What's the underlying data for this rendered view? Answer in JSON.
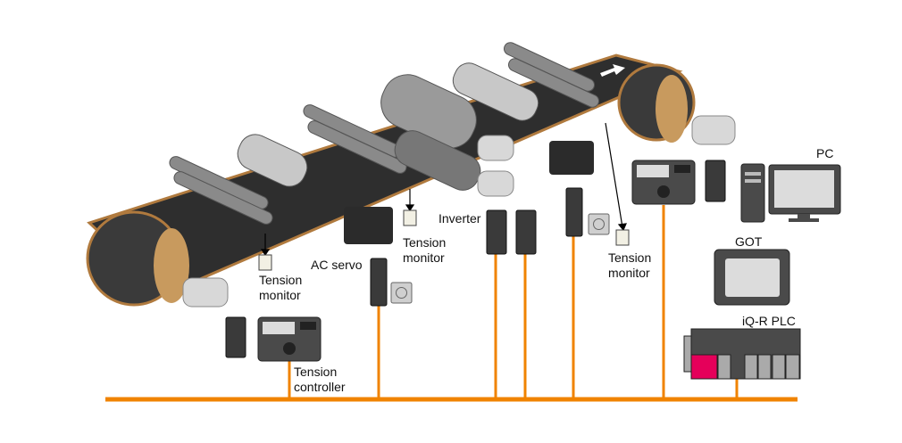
{
  "labels": {
    "pc": "PC",
    "got": "GOT",
    "plc": "iQ-R PLC",
    "inverter": "Inverter",
    "ac_servo": "AC servo",
    "tension_monitor_1": [
      "Tension",
      "monitor"
    ],
    "tension_monitor_2": [
      "Tension",
      "monitor"
    ],
    "tension_monitor_3": [
      "Tension",
      "monitor"
    ],
    "tension_controller": [
      "Tension",
      "controller"
    ]
  },
  "colors": {
    "network": "#F08300",
    "device_body": "#4a4a4a",
    "screen": "#dcdcdc",
    "belt": "#2e2e2e",
    "belt_edge": "#b07a3e",
    "plc_cpu": "#e5005a"
  },
  "icons": [
    "tension-controller-icon",
    "inverter-icon",
    "servo-amplifier-icon",
    "servo-motor-icon",
    "tension-monitor-icon",
    "pc-icon",
    "got-icon",
    "plc-icon",
    "conveyor-belt-icon"
  ]
}
